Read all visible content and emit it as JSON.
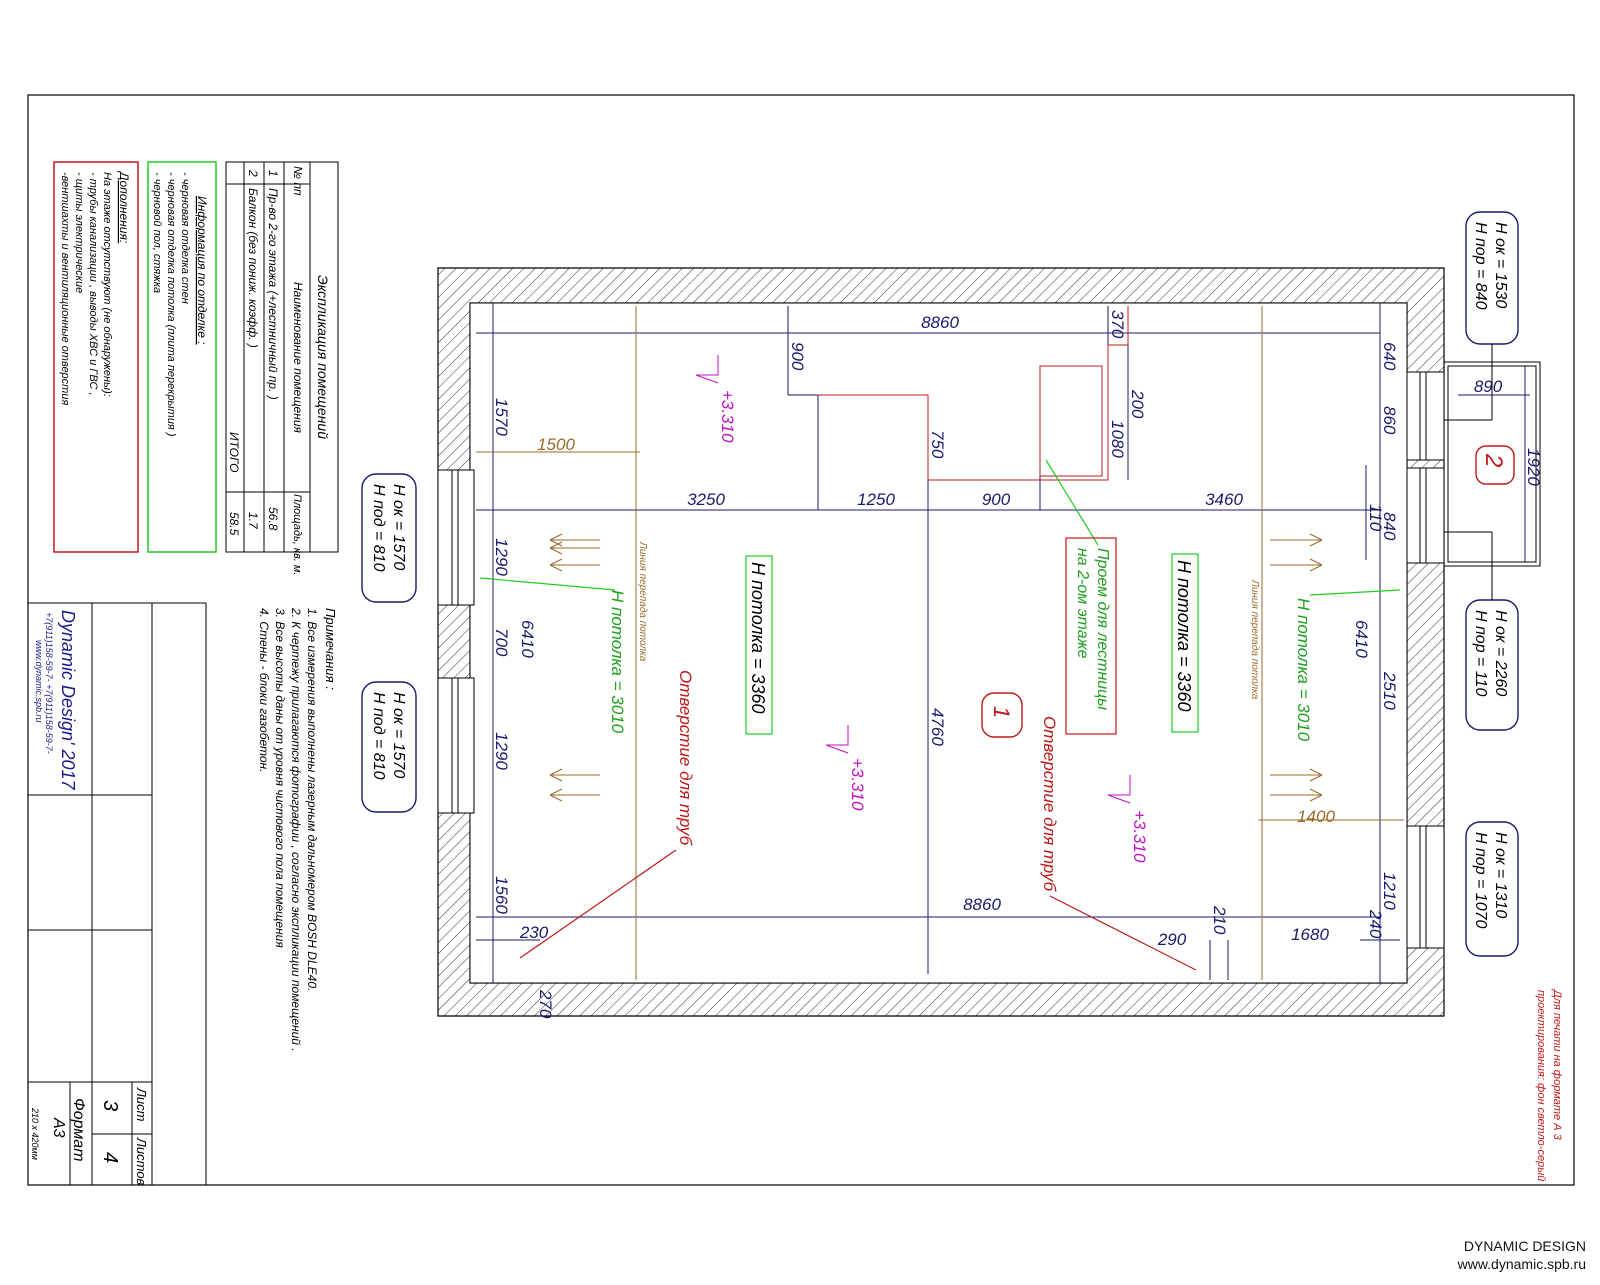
{
  "explication": {
    "title": "Экспликация помещений",
    "headers": [
      "№ пп",
      "Наименование помещения",
      "Площадь, кв. м."
    ],
    "rows": [
      {
        "num": "1",
        "name": "Пр-во 2-го этажа (+лестничный пр. )",
        "area": "56.8"
      },
      {
        "num": "2",
        "name": "Балкон (без пониж. коэфф. )",
        "area": "1.7"
      }
    ],
    "total_label": "ИТОГО",
    "total_value": "58.5"
  },
  "finish_info": {
    "title": "Информация по отделке :",
    "lines": [
      "- черновая отделка стен",
      "- черновая отделка потолка (плита перекрытия )",
      "- черновой пол, стяжка"
    ]
  },
  "additional": {
    "title": "Дополнения:",
    "lines": [
      "На этаже отсутствуют (не обнаружены):",
      "- трубы канализации , выводы ХВС и ГВС ,",
      "- щиты электрические",
      "-вентшахты и вентиляционные отверстия"
    ]
  },
  "notes": {
    "title": "Примечания :",
    "lines": [
      "1. Все измерения выполнены лазерным дальномером    BOSH DLE40.",
      "2. К чертежу прилагаются фотографии  , согласно экспликации помещений  .",
      "3. Все высоты даны от уровня чистового пола помещения",
      "4. Стены - блоки газобетон."
    ]
  },
  "title_block": {
    "company": "Dynamic Design' 2017",
    "phones": "+7(911)158-59-7-   +7(911)158-59-7-",
    "site": "www.dynamic.spb.ru",
    "sheet_label": "Лист",
    "sheets_label": "Листов",
    "sheet": "3",
    "sheets": "4",
    "format_label": "Формат",
    "format": "А3",
    "size": "210 х 420мм"
  },
  "print_note": {
    "line1": "Для печати на формате А 3",
    "line2": "проектирования: фон светло-серый"
  },
  "plan": {
    "dimensions": {
      "top_length": "8860",
      "bottom_length": "8860",
      "mid_a": "3250",
      "mid_b": "1250",
      "mid_c": "900",
      "mid_d": "3460",
      "left_width": "6410",
      "right_width": "6410",
      "left_1570": "1570",
      "left_1290a": "1290",
      "left_700": "700",
      "left_1290b": "1290",
      "left_1560": "1560",
      "d900v": "900",
      "d750": "750",
      "d370": "370",
      "d200": "200",
      "d1080": "1080",
      "d4760": "4760",
      "r640": "640",
      "r860": "860",
      "r110": "110",
      "r840": "840",
      "r2510": "2510",
      "r1210": "1210",
      "r240": "240",
      "d230": "230",
      "d270": "270",
      "d290": "290",
      "d210": "210",
      "d1680": "1680",
      "balcony_890": "890",
      "balcony_1920": "1920",
      "d1500": "1500",
      "d1400": "1400"
    },
    "room1": "1",
    "room2": "2",
    "ceiling_left": "H потолка = 3360",
    "ceiling_right": "H потолка = 3360",
    "ceiling_green_left": "H потолка = 3010",
    "ceiling_green_right": "H потолка = 3010",
    "level_marks": [
      "+3.310",
      "+3.310",
      "+3.310"
    ],
    "slab_line_label": "Линия перепада потолка",
    "pipe_hole": "Отверстие для труб",
    "stair_opening": [
      "Проем для лестницы",
      "на 2-ом этаже"
    ],
    "window_tags": [
      {
        "a": "H ок = 1530",
        "b": "H пор = 840"
      },
      {
        "a": "H ок = 1570",
        "b": "H под = 810"
      },
      {
        "a": "H ок = 1570",
        "b": "H под = 810"
      },
      {
        "a": "H ок = 2260",
        "b": "H пор = 110"
      },
      {
        "a": "H ок = 1310",
        "b": "H пор = 1070"
      }
    ]
  },
  "footer": {
    "brand": "DYNAMIC DESIGN",
    "url": "www.dynamic.spb.ru"
  }
}
